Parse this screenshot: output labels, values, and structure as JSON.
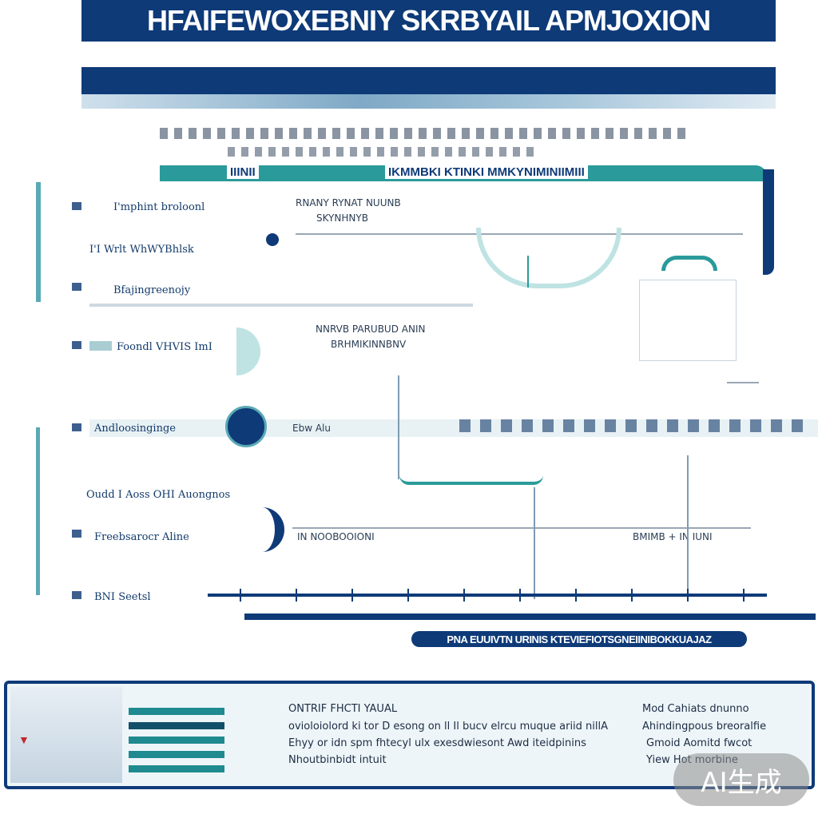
{
  "header": {
    "title": "HFAIFEWOXEBNIY SKRBYAIL APMJOXION"
  },
  "rail": {
    "labels": [
      "IIINII",
      "IKMMBKI KTINKI MMKYNIMINIIMIII"
    ]
  },
  "rows": [
    {
      "label": "Ι'mphint broloonl"
    },
    {
      "label": "I'I Wrlt WhWYBhlsk"
    },
    {
      "label": "Bfajingreenojy"
    },
    {
      "label": "Foondl VHVIS ImI"
    },
    {
      "label": "Andloosinginge"
    },
    {
      "label": "Oudd I Aoss OHI Auongnos"
    },
    {
      "label": "Freebsarocr Aline"
    },
    {
      "label": "BNI Seetsl"
    }
  ],
  "column_heads": [
    {
      "line1": "RNANY RYNAT NUUNB",
      "line2": "SKYNHNYB"
    },
    {
      "line1": "NNRVB PARUBUD ANIN",
      "line2": "BRHMIKINNBNV"
    },
    {
      "line1": "Ebw Alu",
      "line2": ""
    },
    {
      "line1": "IN NOOBOOIONI",
      "line2": ""
    },
    {
      "line1": "BMIMB + IN IUNI",
      "line2": ""
    }
  ],
  "caption_pill": "PNA EUUIVTN URINIS KTEVIEFIOTSGNEIINIBOKKUAJAZ",
  "bottom": {
    "lines": [
      "ONTRIF FHCTI YAUAL",
      "ovioloiolord ki tor D esong on ll Il bucv elrcu muque ariid nillA",
      "Ehyy or idn spm fhtecyl ulx exesdwiesont Awd iteidpinins",
      "Nhoutbinbidt intuit",
      "Mod Cahiats dnunno",
      "Ahindingpous breoralfie",
      "Gmoid Aomitd fwcot",
      "Yiew Hot morbine"
    ]
  },
  "badge": "AI生成",
  "colors": {
    "navy": "#0e3a78",
    "teal": "#2a9a9a"
  }
}
